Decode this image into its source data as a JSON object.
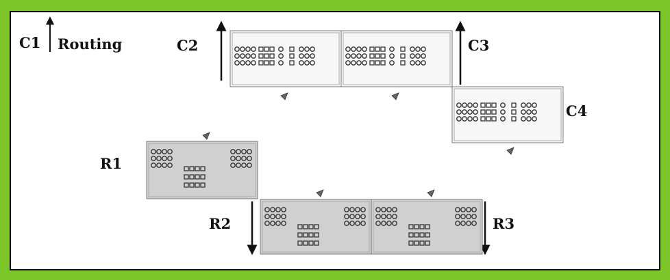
{
  "title": "Routing",
  "colors": {
    "frame": "#7cc62a",
    "border": "#111111",
    "column_fill": "#f7f7f7",
    "row_fill": "#d0d0d0",
    "ink": "#111111"
  },
  "labels": {
    "c1": "C1",
    "c2": "C2",
    "c3": "C3",
    "c4": "C4",
    "r1": "R1",
    "r2": "R2",
    "r3": "R3"
  },
  "nodes": [
    {
      "id": "c2-left",
      "kind": "column"
    },
    {
      "id": "c2-right",
      "kind": "column"
    },
    {
      "id": "c4",
      "kind": "column"
    },
    {
      "id": "r1",
      "kind": "row"
    },
    {
      "id": "r2-left",
      "kind": "row"
    },
    {
      "id": "r2-right",
      "kind": "row"
    }
  ]
}
